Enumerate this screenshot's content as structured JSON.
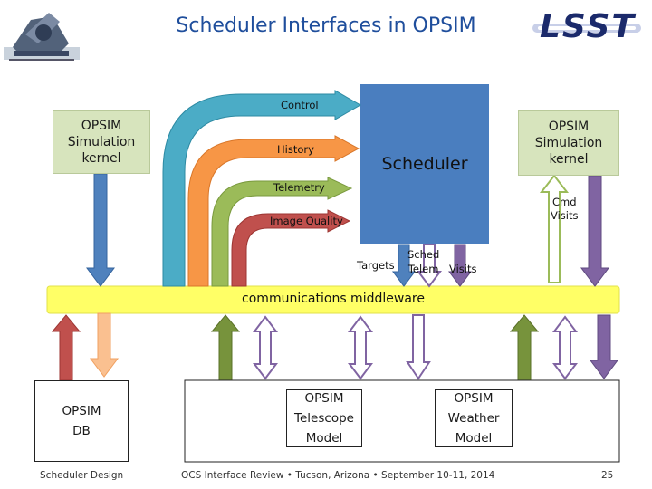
{
  "title": "Scheduler Interfaces in OPSIM",
  "logo_text": "LSST",
  "scheduler_label": "Scheduler",
  "kernel_left": "OPSIM\nSimulation\nkernel",
  "kernel_right": "OPSIM\nSimulation\nkernel",
  "inputs": {
    "control": "Control",
    "history": "History",
    "telemetry": "Telemetry",
    "image_quality": "Image Quality"
  },
  "cmd_visits": "Cmd\nVisits",
  "targets": "Targets",
  "sched_telem": "Sched\nTelem",
  "visits": "Visits",
  "middleware": "communications middleware",
  "db_box": "OPSIM\nDB",
  "telescope_box": "OPSIM\nTelescope\nModel",
  "weather_box": "OPSIM\nWeather\nModel",
  "footer": {
    "left": "Scheduler Design",
    "center": "OCS Interface Review • Tucson, Arizona • September 10-11, 2014",
    "page": "25"
  },
  "colors": {
    "title": "#1f4e9c",
    "scheduler": "#4a7ebf",
    "middleware": "#ffff66",
    "control": "#4bacc6",
    "history": "#f79646",
    "telemetry": "#9bbb59",
    "image_quality": "#c0504d",
    "blue_arrow": "#4f81bd",
    "purple_arrow": "#8064a2",
    "green_arrow": "#77933c",
    "red_arrow": "#c0504d",
    "kernel_box": "#d7e4bd"
  }
}
